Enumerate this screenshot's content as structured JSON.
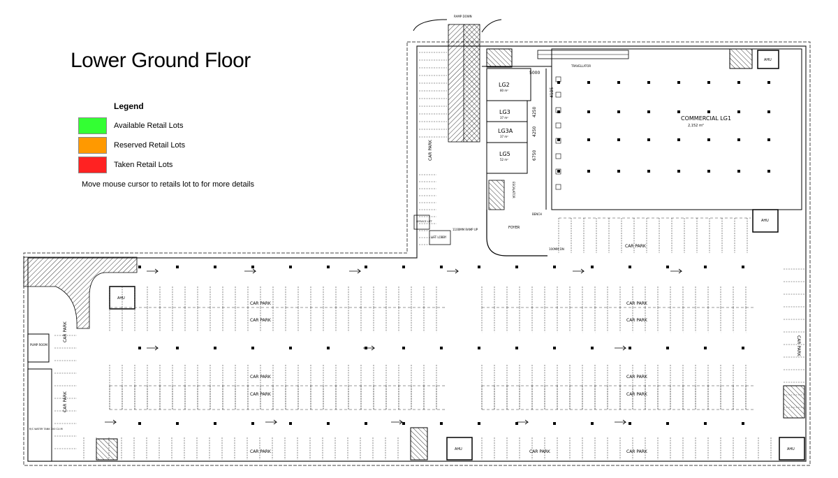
{
  "title": "Lower Ground Floor",
  "legend": {
    "title": "Legend",
    "items": [
      {
        "label": "Available Retail Lots",
        "color": "#33ff33"
      },
      {
        "label": "Reserved Retail Lots",
        "color": "#ff9900"
      },
      {
        "label": "Taken Retail Lots",
        "color": "#ff2222"
      }
    ]
  },
  "hint": "Move mouse cursor to retails lot to for more details",
  "plan": {
    "car_park": "CAR PARK",
    "commercial_lot": "COMMERCIAL LG1",
    "commercial_area": "2,152 m²",
    "lots": [
      {
        "name": "LG2",
        "area": "80 m²"
      },
      {
        "name": "LG3",
        "area": "37 m²"
      },
      {
        "name": "LG3A",
        "area": "37 m²"
      },
      {
        "name": "LG5",
        "area": "52 m²"
      }
    ],
    "dimensions": [
      "5000",
      "4185",
      "4250",
      "4250",
      "6750"
    ],
    "ahu": "AHU",
    "foyer": "FOYER",
    "bench": "BENCH",
    "lift_lobby": "LIFT LOBBY",
    "service_lift": "SERVICE LIFT",
    "travellator": "TRAVELLATOR",
    "escalator": "ESCALATOR",
    "pump_room": "PUMP ROOM",
    "water_tank": "R/C WATER TANK 300 CU.M",
    "ramp_up": "1100MM RAMP UP",
    "ramp_dn": "100MM DN",
    "ramp_top": "RAMP DOWN"
  }
}
